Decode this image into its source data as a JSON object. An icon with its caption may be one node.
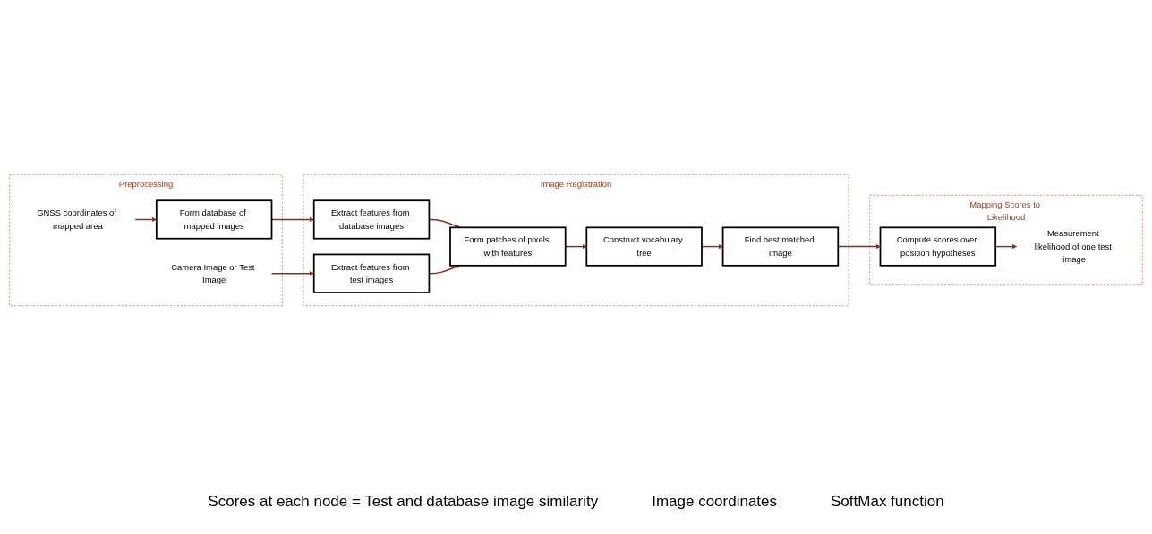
{
  "diagram": {
    "nodes": [
      {
        "text": [
          "Preprocessing"
        ]
      },
      {
        "text": [
          "GNSS coordinates of mapped area"
        ],
        "in": 0
      },
      {
        "text": [
          "Form database of mapped images"
        ],
        "in": 0
      },
      {
        "text": [
          "Camera Image or Test Image"
        ],
        "in": 0
      },
      {
        "text": [
          "Image Registration"
        ]
      },
      {
        "text": [
          "Extract features from database images"
        ],
        "in": 4
      },
      {
        "text": [
          "Extract features from test images"
        ],
        "in": 4
      },
      {
        "text": [
          "Form patches of pixels with features"
        ],
        "in": 4
      },
      {
        "text": [
          "Construct vocabulary tree"
        ],
        "in": 4
      },
      {
        "text": [
          "Find best matched image"
        ],
        "in": 4
      },
      {
        "text": [
          "Mapping Scores to Likelihood"
        ]
      },
      {
        "text": [
          "Compute scores over position hypotheses"
        ],
        "in": 10
      },
      {
        "text": [
          "Measurement likelihood of one test image"
        ],
        "in": 10
      }
    ],
    "edges": [
      {
        "from": 1,
        "to": 2,
        "arrow": "to"
      },
      {
        "from": 2,
        "to": 5,
        "arrow": "to"
      },
      {
        "from": 3,
        "to": 6,
        "arrow": "to"
      },
      {
        "from": 5,
        "to": 7,
        "arrow": "to"
      },
      {
        "from": 6,
        "to": 7,
        "arrow": "to"
      },
      {
        "from": 7,
        "to": 8,
        "arrow": "to"
      },
      {
        "from": 8,
        "to": 9,
        "arrow": "to"
      },
      {
        "from": 9,
        "to": 11,
        "arrow": "to"
      },
      {
        "from": 11,
        "to": 12,
        "arrow": "to"
      }
    ],
    "labels": [
      "Scores at each node = Test and database image similarity",
      "Image coordinates",
      "SoftMax function"
    ]
  }
}
